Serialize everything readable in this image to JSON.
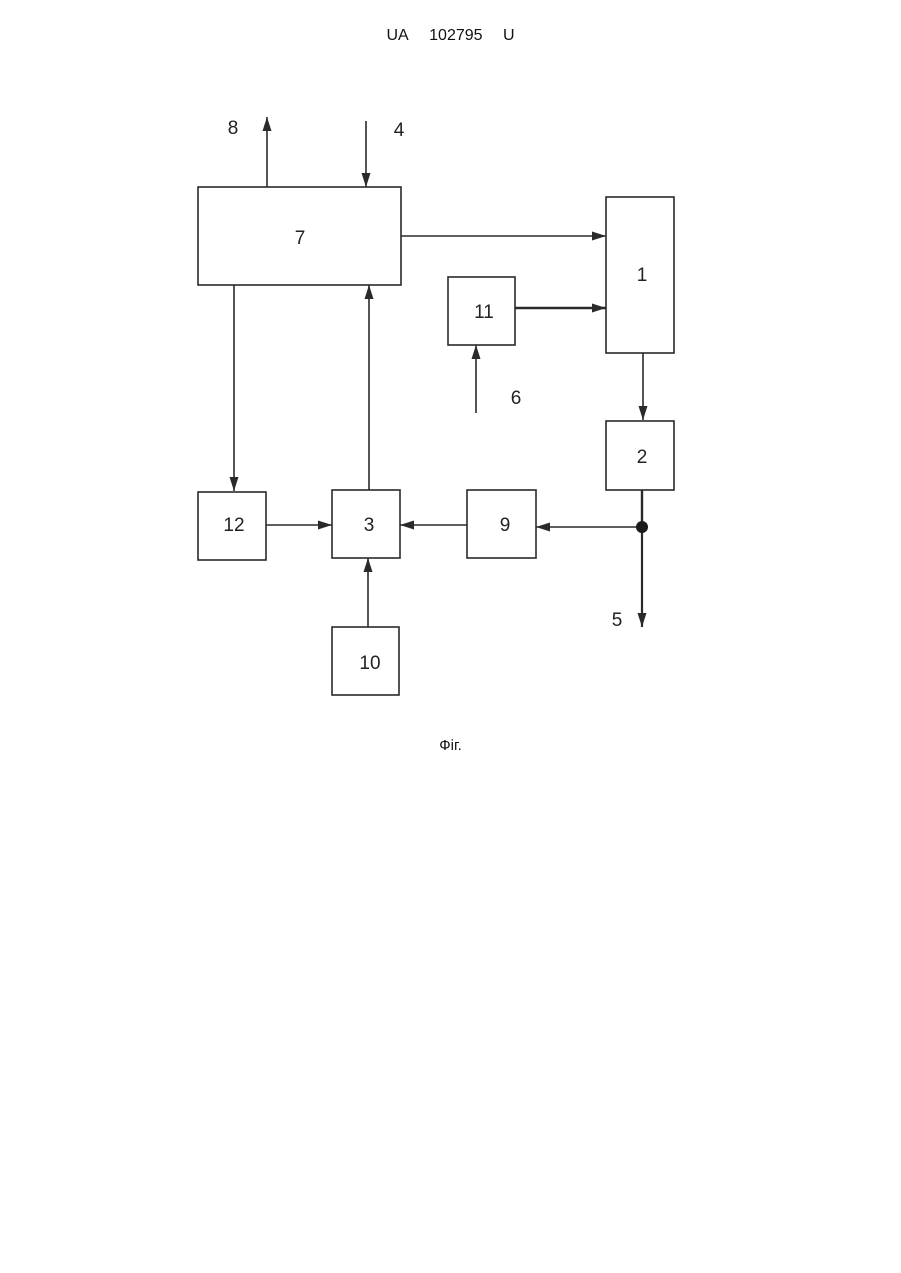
{
  "header": {
    "country": "UA",
    "number": "102795",
    "kind": "U"
  },
  "figure_caption": "Фіг.",
  "blocks": {
    "b1": "1",
    "b2": "2",
    "b3": "3",
    "b7": "7",
    "b9": "9",
    "b10": "10",
    "b11": "11",
    "b12": "12"
  },
  "terminals": {
    "t4": "4",
    "t5": "5",
    "t6": "6",
    "t8": "8"
  },
  "connections": [
    {
      "from": "7",
      "to": "8"
    },
    {
      "from": "4",
      "to": "7"
    },
    {
      "from": "7",
      "to": "1"
    },
    {
      "from": "11",
      "to": "1"
    },
    {
      "from": "6",
      "to": "11"
    },
    {
      "from": "1",
      "to": "2"
    },
    {
      "from": "2",
      "to": "9"
    },
    {
      "from": "2",
      "to": "5"
    },
    {
      "from": "9",
      "to": "3"
    },
    {
      "from": "12",
      "to": "3"
    },
    {
      "from": "10",
      "to": "3"
    },
    {
      "from": "3",
      "to": "7"
    },
    {
      "from": "7",
      "to": "12"
    }
  ]
}
